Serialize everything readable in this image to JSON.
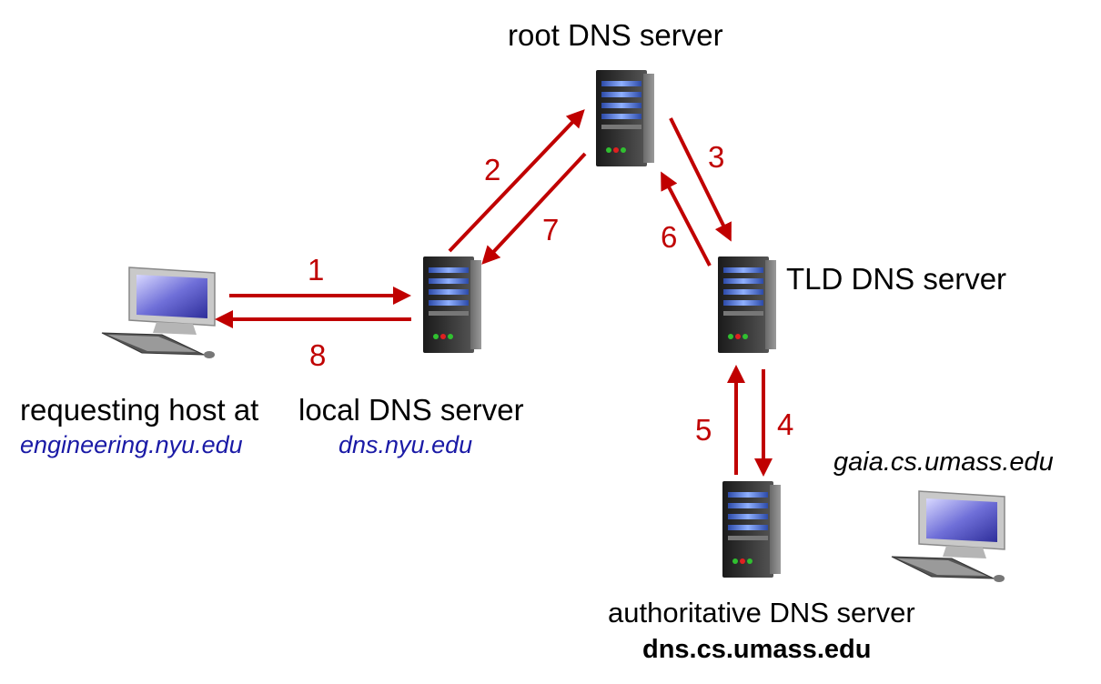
{
  "nodes": {
    "root": {
      "title": "root DNS server"
    },
    "tld": {
      "title": "TLD DNS server"
    },
    "local": {
      "title": "local DNS server",
      "host": "dns.nyu.edu"
    },
    "requesting": {
      "title": "requesting host at",
      "host": "engineering.nyu.edu"
    },
    "authoritative": {
      "title": "authoritative DNS server",
      "host": "dns.cs.umass.edu"
    },
    "target": {
      "host": "gaia.cs.umass.edu"
    }
  },
  "steps": [
    "1",
    "2",
    "3",
    "4",
    "5",
    "6",
    "7",
    "8"
  ],
  "colors": {
    "arrow": "#c00000",
    "host_text": "#1a1aa6",
    "server_body": "#2b2b2b"
  },
  "icons": {
    "server": "server-icon",
    "computer": "desktop-computer-icon"
  }
}
